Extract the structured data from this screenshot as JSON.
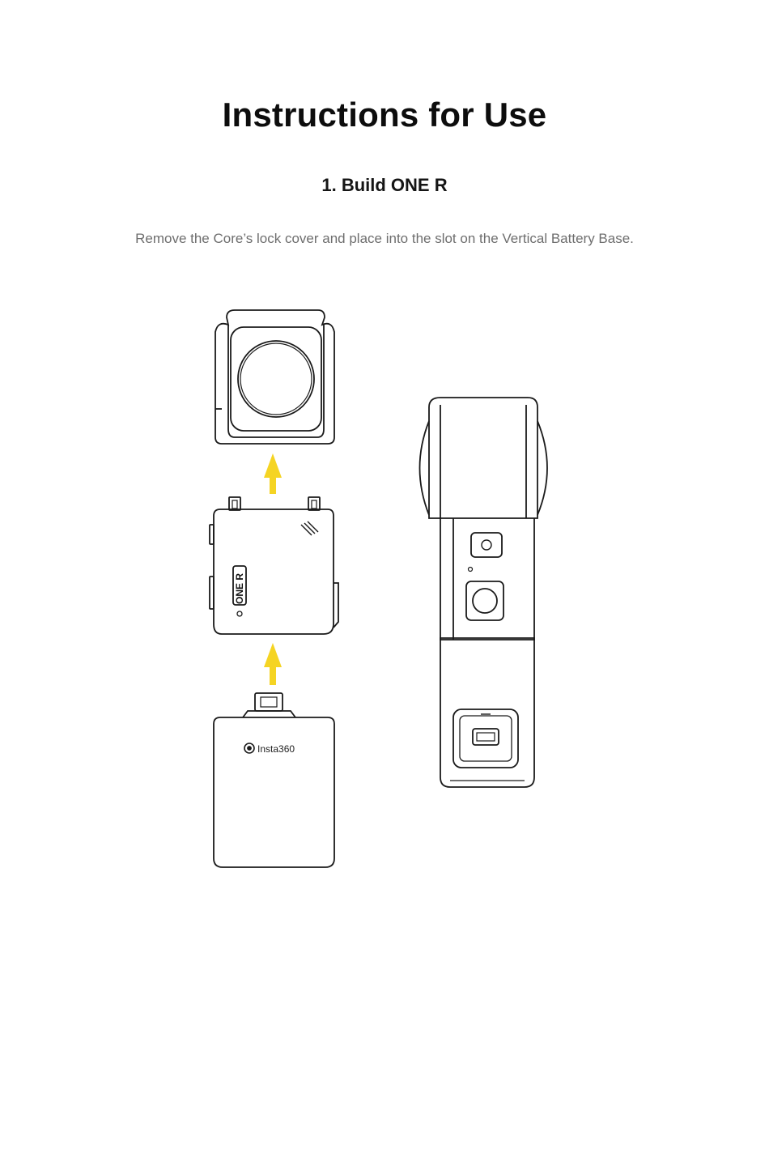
{
  "page": {
    "title": "Instructions for Use",
    "section_title": "1. Build ONE R",
    "description": "Remove the Core’s lock cover and place into the slot on the Vertical Battery Base."
  },
  "illustration": {
    "battery_brand": "Insta360",
    "core_badge": "ONE R",
    "arrow_color": "#F5D423",
    "line_color": "#1a1a1a"
  }
}
